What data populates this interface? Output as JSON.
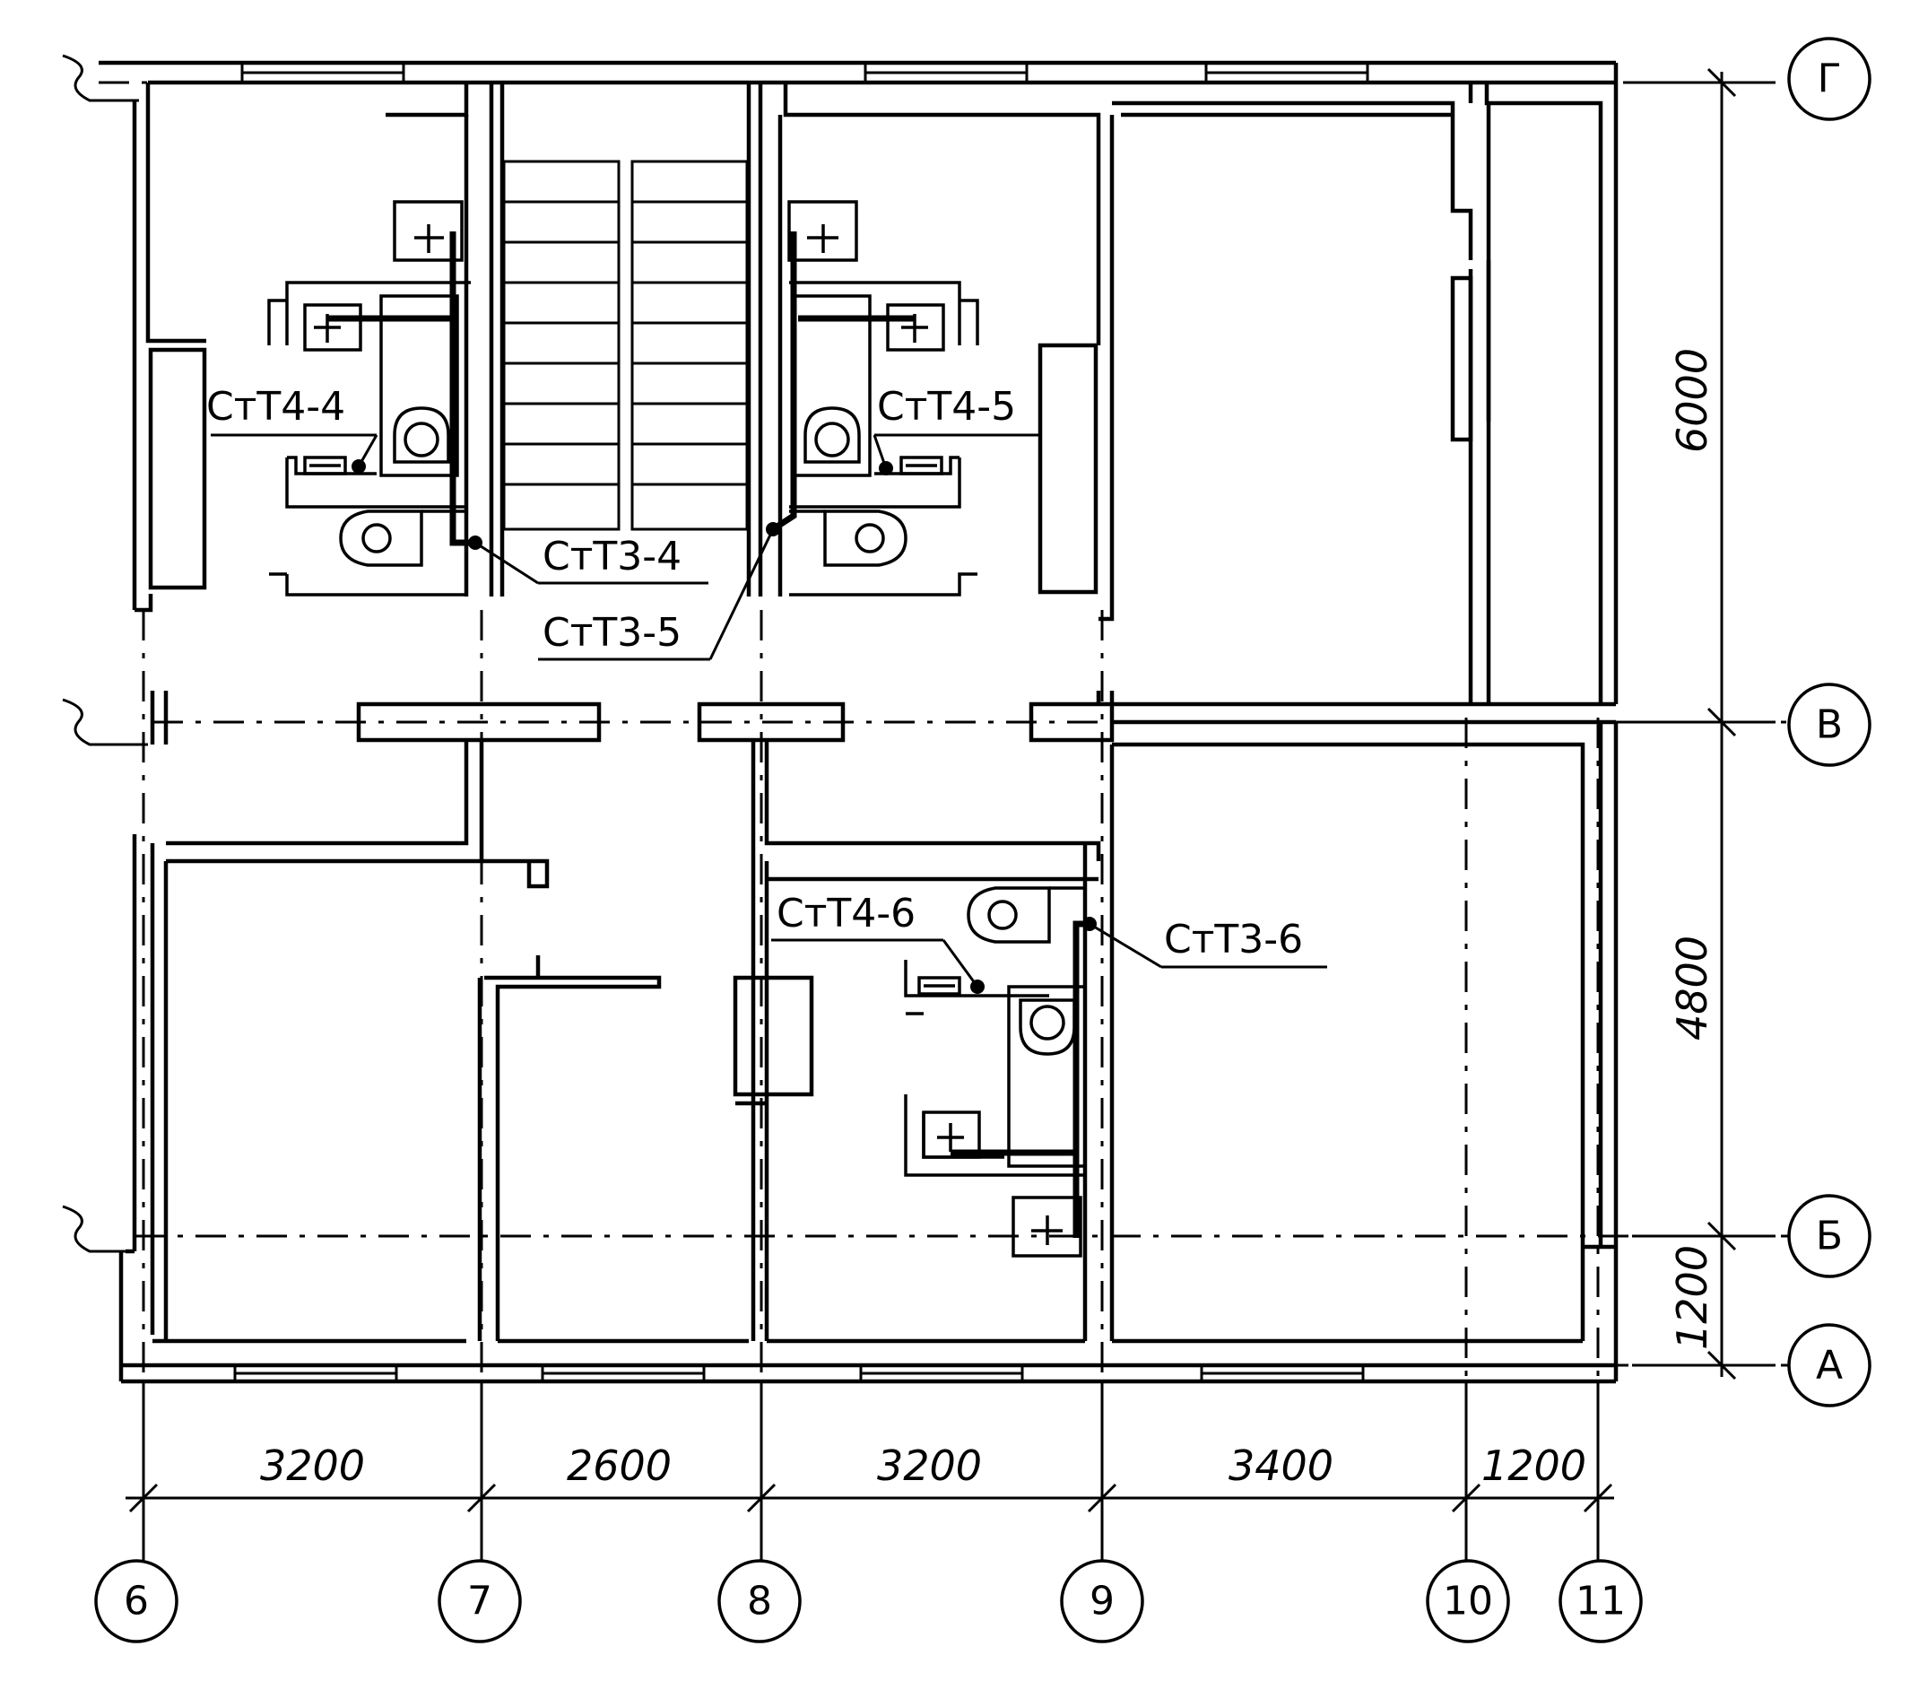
{
  "riser_labels": {
    "st4_4": "СтТ4-4",
    "st4_5": "СтТ4-5",
    "st3_4": "СтТ3-4",
    "st3_5": "СтТ3-5",
    "st4_6": "СтТ4-6",
    "st3_6": "СтТ3-6"
  },
  "dimensions": {
    "horizontal": [
      "3200",
      "2600",
      "3200",
      "3400",
      "1200"
    ],
    "vertical": [
      "6000",
      "4800",
      "1200"
    ]
  },
  "axes": {
    "columns": [
      "6",
      "7",
      "8",
      "9",
      "10",
      "11"
    ],
    "rows": [
      "Г",
      "В",
      "Б",
      "А"
    ]
  }
}
